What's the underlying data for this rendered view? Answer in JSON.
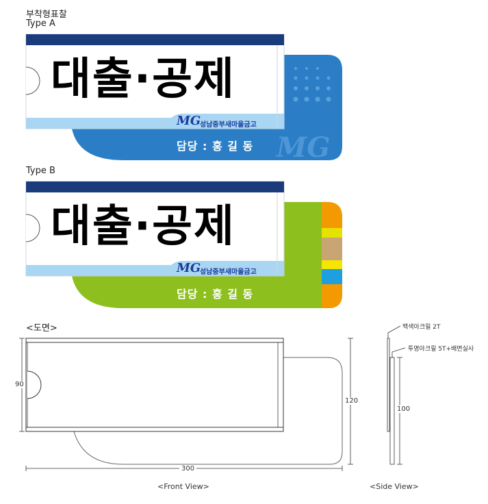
{
  "title": "부착형표찰",
  "type_a": {
    "label": "Type A",
    "main_text": "대출·공제",
    "brand_logo": "MG",
    "brand_name": "성남중부새마을금고",
    "manager": "담당 : 홍 길 동",
    "watermark": "MG",
    "colors": {
      "navy": "#1a3b7c",
      "blue": "#2b7ec6",
      "light_blue": "#a9d6f2"
    }
  },
  "type_b": {
    "label": "Type B",
    "main_text": "대출·공제",
    "brand_logo": "MG",
    "brand_name": "성남중부새마을금고",
    "manager": "담당 : 홍 길 동",
    "colors": {
      "navy": "#1a3b7c",
      "green": "#8dbf1f",
      "light_blue": "#a9d6f2",
      "stripes": [
        "#f29a00",
        "#e4e300",
        "#c9a574",
        "#f5e500",
        "#1ea0e0",
        "#f29a00"
      ]
    }
  },
  "drawing": {
    "label": "<도면>",
    "dimensions": {
      "height_front": "90",
      "height_back": "120",
      "width": "300",
      "side_height": "100"
    },
    "side_notes": [
      "백색아크릴 2T",
      "투명아크릴 5T+배면실사"
    ],
    "front_view_label": "<Front View>",
    "side_view_label": "<Side View>"
  }
}
